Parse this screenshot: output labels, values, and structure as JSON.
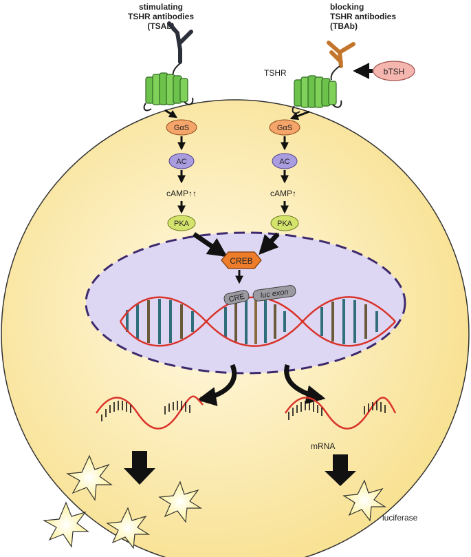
{
  "left_pathway": {
    "antibody_label": [
      "stimulating",
      "TSHR antibodies",
      "(TSAb)"
    ],
    "gas": "GαS",
    "ac": "AC",
    "camp": "cAMP↑↑",
    "pka": "PKA"
  },
  "right_pathway": {
    "antibody_label": [
      "blocking",
      "TSHR antibodies",
      "(TBAb)"
    ],
    "receptor": "TSHR",
    "ligand": "bTSH",
    "gas": "GαS",
    "ac": "AC",
    "camp": "cAMP↑",
    "pka": "PKA"
  },
  "nucleus": {
    "creb": "CREB",
    "cre": "CRE",
    "luc_exon": "luc exon"
  },
  "outputs": {
    "mrna": "mRNA",
    "luciferase": "luciferase"
  },
  "colors": {
    "cell": "#fbe7a2",
    "nucleus": "#ddd6f2",
    "receptor": "#6cc24a",
    "gas": "#f5a46a",
    "ac": "#a99de0",
    "pka": "#d4e36b",
    "creb": "#ee7d2b",
    "bTSH": "#f6b6b0",
    "dna": "#d9342b",
    "tsab": "#2b2f3a",
    "tbab": "#c4752c"
  }
}
